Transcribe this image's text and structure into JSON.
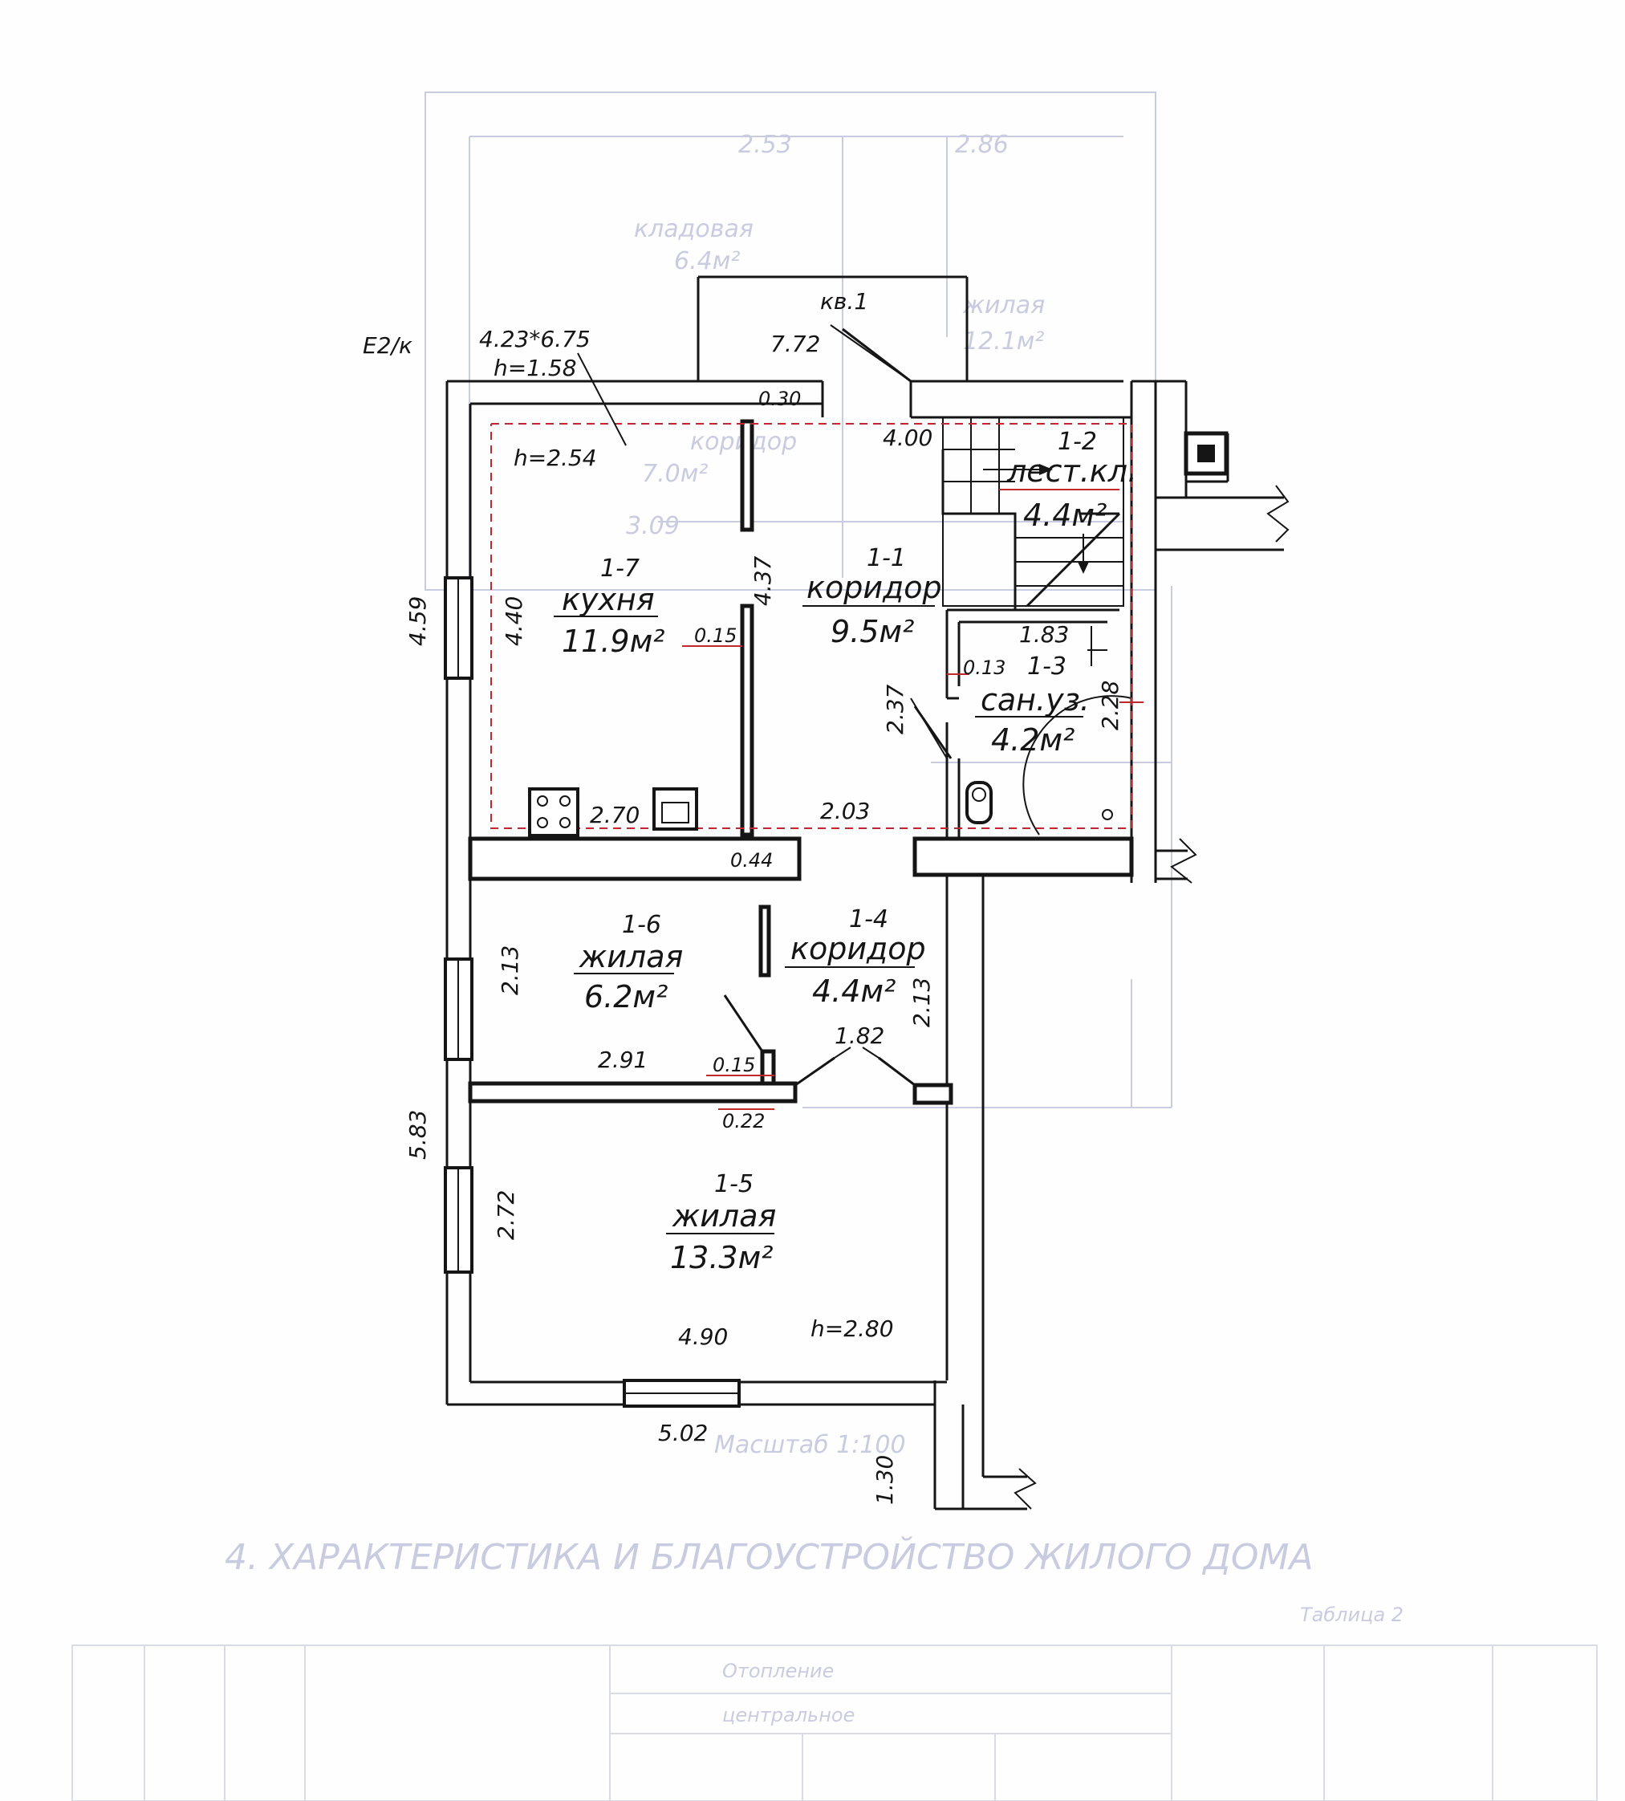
{
  "plan": {
    "sheet_mark": "Е2/к",
    "outbuilding": {
      "size": "4.23*6.75",
      "height": "h=1.58"
    },
    "apartment": {
      "label": "кв.1",
      "area": "7.72"
    },
    "heights": {
      "kitchen": "h=2.54",
      "living": "h=2.80"
    },
    "rooms": [
      {
        "id": "1-1",
        "number": "1-1",
        "name": "коридор",
        "area": "9.5м²"
      },
      {
        "id": "1-2",
        "number": "1-2",
        "name": "лест.кл.",
        "area": "4.4м²"
      },
      {
        "id": "1-3",
        "number": "1-3",
        "name": "сан.уз.",
        "area": "4.2м²"
      },
      {
        "id": "1-4",
        "number": "1-4",
        "name": "коридор",
        "area": "4.4м²"
      },
      {
        "id": "1-5",
        "number": "1-5",
        "name": "жилая",
        "area": "13.3м²"
      },
      {
        "id": "1-6",
        "number": "1-6",
        "name": "жилая",
        "area": "6.2м²"
      },
      {
        "id": "1-7",
        "number": "1-7",
        "name": "кухня",
        "area": "11.9м²"
      }
    ],
    "dimensions": {
      "d030": "0.30",
      "d400": "4.00",
      "d437": "4.37",
      "d440": "4.40",
      "d459": "4.59",
      "d015a": "0.15",
      "d183": "1.83",
      "d013": "0.13",
      "d228": "2.28",
      "d237": "2.37",
      "d270": "2.70",
      "d203": "2.03",
      "d044": "0.44",
      "d213a": "2.13",
      "d213b": "2.13",
      "d291": "2.91",
      "d015b": "0.15",
      "d182": "1.82",
      "d022": "0.22",
      "d583": "5.83",
      "d272": "2.72",
      "d490": "4.90",
      "d502": "5.02",
      "d130": "1.30"
    }
  },
  "background": {
    "heading": "4. ХАРАКТЕРИСТИКА И БЛАГОУСТРОЙСТВО ЖИЛОГО ДОМА",
    "scale": "Масштаб 1:100",
    "table_label": "Таблица 2",
    "table_col1": "Отопление",
    "table_col2": "центральное",
    "ghost_rooms": [
      {
        "name": "кладовая",
        "area": "6.4м²"
      },
      {
        "name": "жилая",
        "area": "12.1м²"
      },
      {
        "name": "коридор",
        "area": "7.0м²"
      }
    ],
    "ghost_dims": [
      "2.53",
      "2.86",
      "3.09"
    ]
  }
}
